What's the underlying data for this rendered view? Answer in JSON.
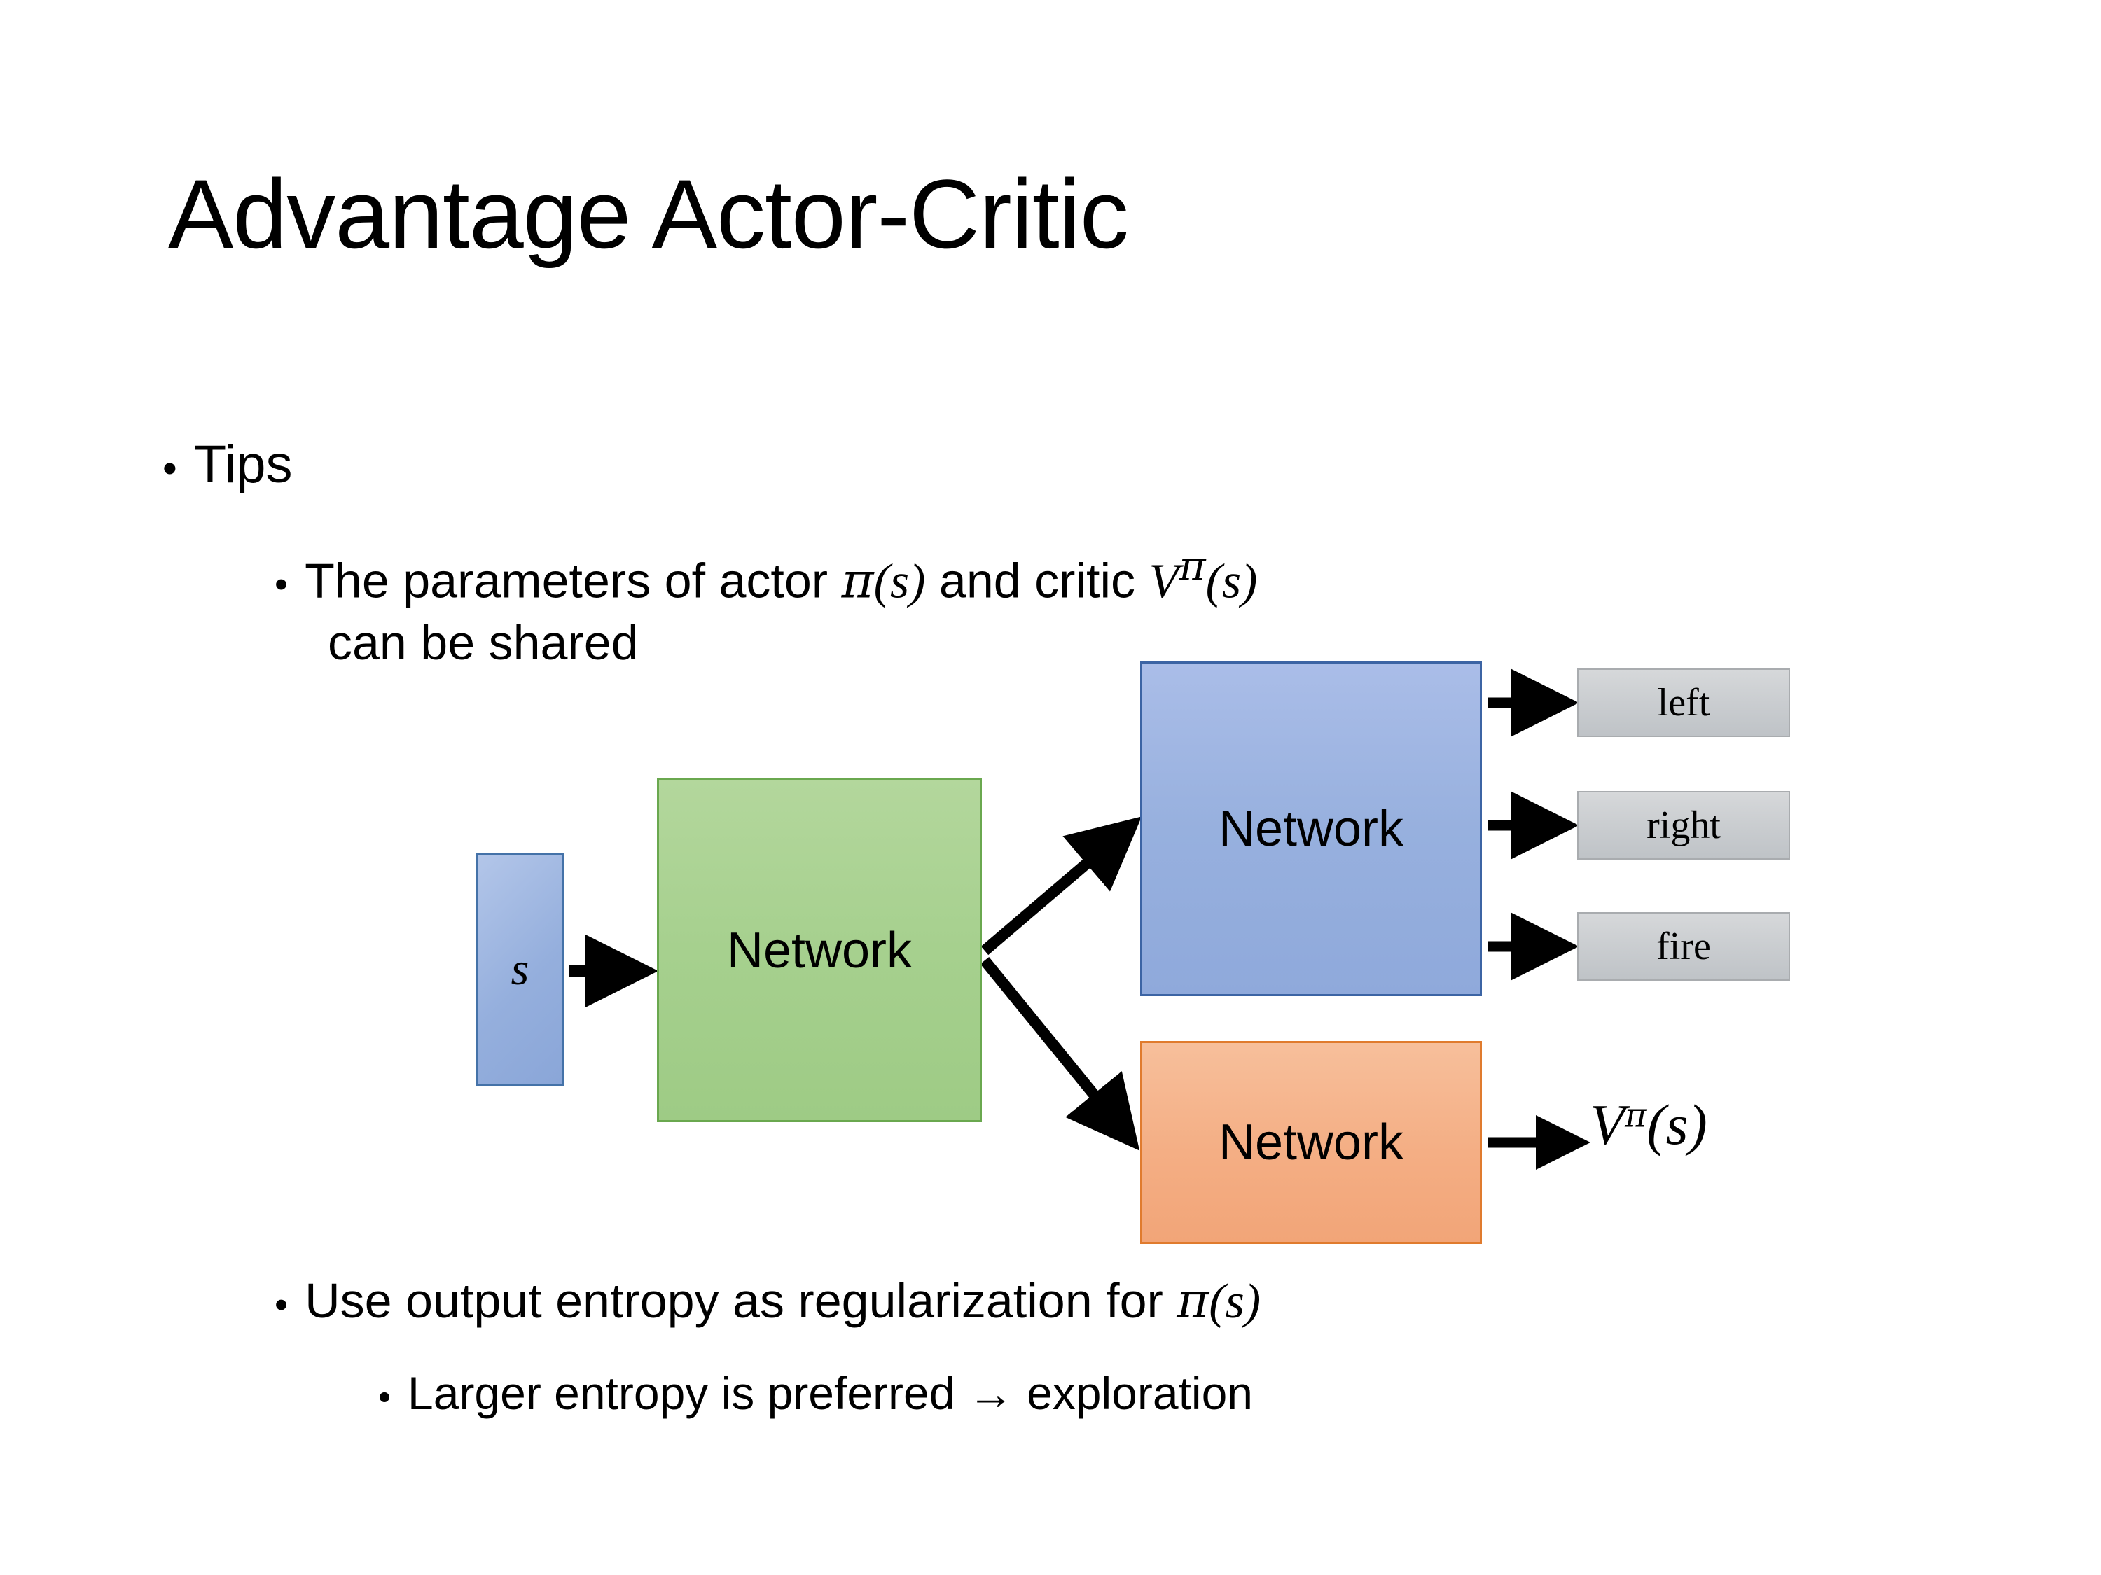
{
  "slide": {
    "title": "Advantage Actor-Critic",
    "background_color": "#ffffff",
    "text_color": "#000000"
  },
  "bullets": {
    "level1_tips": {
      "marker": "•",
      "text": "Tips"
    },
    "level2_params": {
      "marker": "•",
      "text_before_pi": "The parameters of actor ",
      "pi_symbol": "π",
      "pi_args": "(s)",
      "text_middle": "  and critic ",
      "v_symbol": "V",
      "v_superscript": "π",
      "v_args": "(s)",
      "line2": "can be shared",
      "full_text": "The parameters of actor π(s)  and critic Vπ(s) can be shared"
    },
    "level2_entropy": {
      "marker": "•",
      "text_before_pi": "Use output entropy as regularization for ",
      "pi_symbol": "π",
      "pi_args": "(s)",
      "full_text": "Use output entropy as regularization for π(s)"
    },
    "level3_larger": {
      "marker": "•",
      "text": "Larger entropy is preferred → exploration"
    }
  },
  "diagram": {
    "input_node": {
      "label": "s",
      "fill": "#95afdd",
      "border": "#4472a8"
    },
    "shared_network": {
      "label": "Network",
      "fill": "#a6d08e",
      "border": "#6aa84f"
    },
    "actor_network": {
      "label": "Network",
      "fill": "#97b0de",
      "border": "#3c64a4"
    },
    "critic_network": {
      "label": "Network",
      "fill": "#f4ae84",
      "border": "#e07b2e"
    },
    "action_outputs": [
      {
        "label": "left",
        "fill": "#cbced1",
        "border": "#a9acaf"
      },
      {
        "label": "right",
        "fill": "#cbced1",
        "border": "#a9acaf"
      },
      {
        "label": "fire",
        "fill": "#cbced1",
        "border": "#a9acaf"
      }
    ],
    "value_output": {
      "symbol": "V",
      "superscript": "π",
      "args": "(s)",
      "full_text": "Vπ(s)"
    },
    "arrow_color": "#000000",
    "arrows": [
      {
        "from": "input_node",
        "to": "shared_network",
        "style": "straight"
      },
      {
        "from": "shared_network",
        "to": "actor_network",
        "style": "diagonal-up"
      },
      {
        "from": "shared_network",
        "to": "critic_network",
        "style": "diagonal-down"
      },
      {
        "from": "actor_network",
        "to": "left",
        "style": "straight"
      },
      {
        "from": "actor_network",
        "to": "right",
        "style": "straight"
      },
      {
        "from": "actor_network",
        "to": "fire",
        "style": "straight"
      },
      {
        "from": "critic_network",
        "to": "value_output",
        "style": "straight"
      }
    ]
  }
}
